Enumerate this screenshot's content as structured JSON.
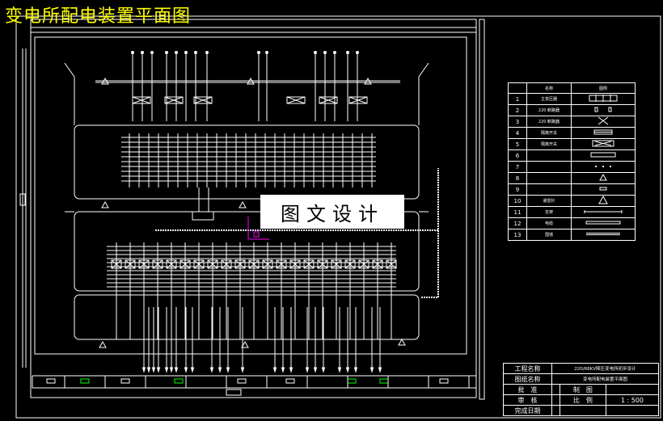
{
  "title": "变电所配电装置平面图",
  "watermark": "图文设计",
  "legend": {
    "header_name": "名称",
    "header_symbol": "图例",
    "rows": [
      {
        "no": "1",
        "name": "主变压器",
        "symbol": "transformer-icon"
      },
      {
        "no": "2",
        "name": "220 断路器",
        "symbol": "breaker-pair-icon"
      },
      {
        "no": "3",
        "name": "220 断路器",
        "symbol": "cross-icon"
      },
      {
        "no": "4",
        "name": "隔离开关",
        "symbol": "switch-bar-icon"
      },
      {
        "no": "5",
        "name": "隔离开关",
        "symbol": "switch-box-icon"
      },
      {
        "no": "6",
        "name": "",
        "symbol": "wide-rect-icon"
      },
      {
        "no": "7",
        "name": "",
        "symbol": "dots-icon"
      },
      {
        "no": "8",
        "name": "",
        "symbol": "small-rect-triangle-icon"
      },
      {
        "no": "9",
        "name": "",
        "symbol": "small-rect-bar-icon"
      },
      {
        "no": "10",
        "name": "避雷针",
        "symbol": "triangle-icon"
      },
      {
        "no": "11",
        "name": "支架",
        "symbol": "line-icon"
      },
      {
        "no": "12",
        "name": "电缆",
        "symbol": "cable-icon"
      },
      {
        "no": "13",
        "name": "围墙",
        "symbol": "wall-icon"
      }
    ]
  },
  "title_block": {
    "project_label": "工程名称",
    "project_value": "220/66KV降压变电所初步设计",
    "drawing_label": "图纸名称",
    "drawing_value": "变电所配电装置平面图",
    "approve_label": "批　准",
    "draw_label": "制　图",
    "review_label": "审　核",
    "scale_label": "比　例",
    "scale_value": "1 : 500",
    "date_label": "完成日期"
  },
  "colors": {
    "background": "#000000",
    "lines": "#ffffff",
    "title": "#ffff00",
    "green_marks": "#00ff00",
    "magenta_marks": "#ff00ff"
  }
}
